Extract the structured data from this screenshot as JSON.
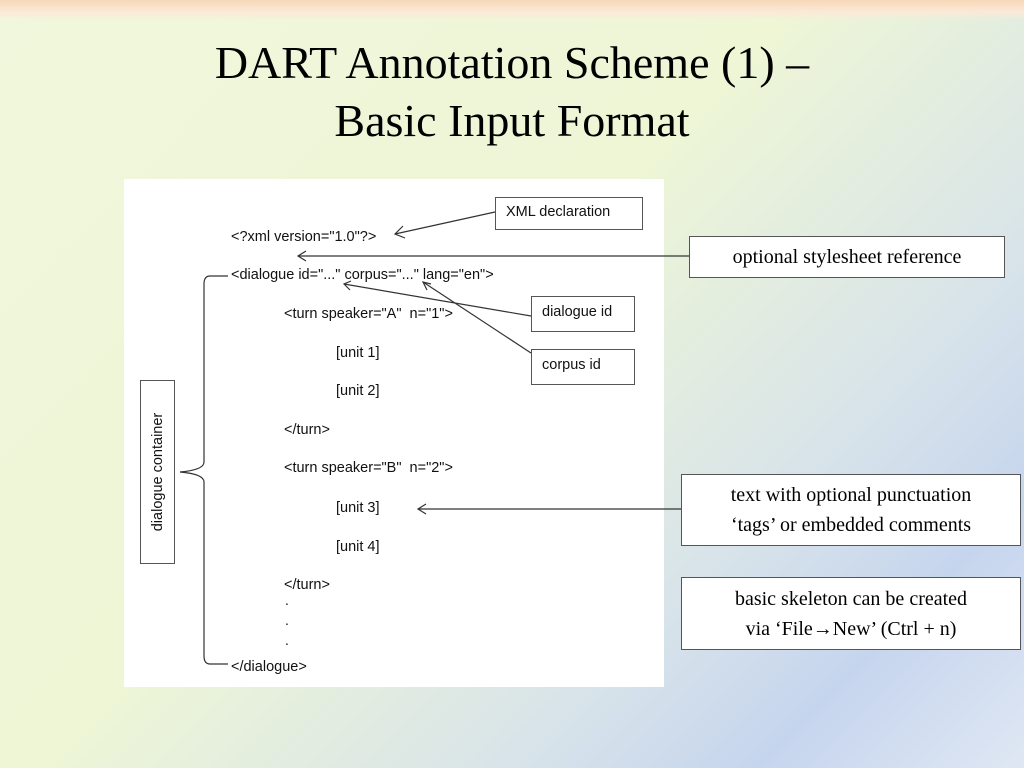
{
  "title": {
    "line1": "DART Annotation Scheme (1) –",
    "line2": "Basic Input Format"
  },
  "diagram": {
    "code_lines": [
      "<?xml version=\"1.0\"?>",
      "<dialogue id=\"...\" corpus=\"...\" lang=\"en\">",
      "<turn speaker=\"A\"  n=\"1\">",
      "[unit 1]",
      "[unit 2]",
      "</turn>",
      "<turn speaker=\"B\"  n=\"2\">",
      "[unit 3]",
      "[unit 4]",
      "</turn>",
      "</dialogue>"
    ],
    "dots": [
      ".",
      ".",
      "."
    ],
    "labels": {
      "xml_declaration": "XML declaration",
      "dialogue_id": "dialogue id",
      "corpus_id": "corpus id",
      "dialogue_container": "dialogue container"
    }
  },
  "callouts": {
    "stylesheet": "optional stylesheet reference",
    "punctuation_line1": "text with optional punctuation",
    "punctuation_line2": "‘tags’ or embedded comments",
    "skeleton_line1": "basic skeleton can be created",
    "skeleton_line2": "via ‘File→New’ (Ctrl + n)"
  },
  "colors": {
    "background_light": "#f1f7dc",
    "background_blue": "#c6d5ee",
    "line": "#333333"
  }
}
